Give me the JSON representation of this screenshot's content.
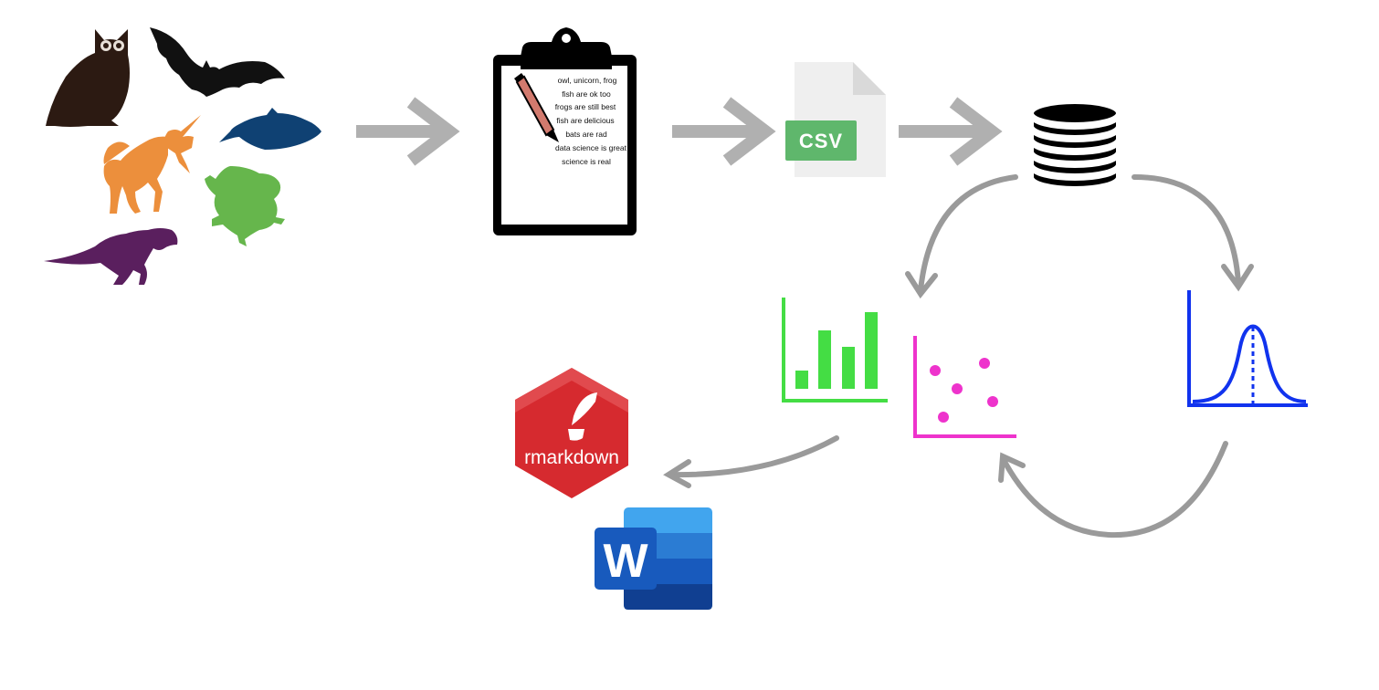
{
  "notes": {
    "lines": [
      "owl, unicorn, frog",
      "fish are ok too",
      "frogs are still best",
      "fish are delicious",
      "bats are rad",
      "data science is great",
      "science is real"
    ]
  },
  "csv": {
    "label": "CSV",
    "file_color": "#efefef",
    "badge_color": "#5fb76c"
  },
  "rmarkdown": {
    "label": "rmarkdown",
    "color": "#d62a2f"
  },
  "word": {
    "letter": "W"
  },
  "animals": [
    {
      "name": "owl",
      "color": "#2c1a12"
    },
    {
      "name": "bat",
      "color": "#111111"
    },
    {
      "name": "unicorn",
      "color": "#ec8f3c"
    },
    {
      "name": "fish",
      "color": "#0f4173"
    },
    {
      "name": "frog",
      "color": "#66b64c"
    },
    {
      "name": "t-rex",
      "color": "#5a1f5e"
    }
  ],
  "colors": {
    "arrow": "#b0b0b0",
    "curve": "#9a9a9a",
    "bar_chart": "#44dd44",
    "scatter": "#ee33cc",
    "distribution": "#1133ee",
    "database": "#000000"
  }
}
